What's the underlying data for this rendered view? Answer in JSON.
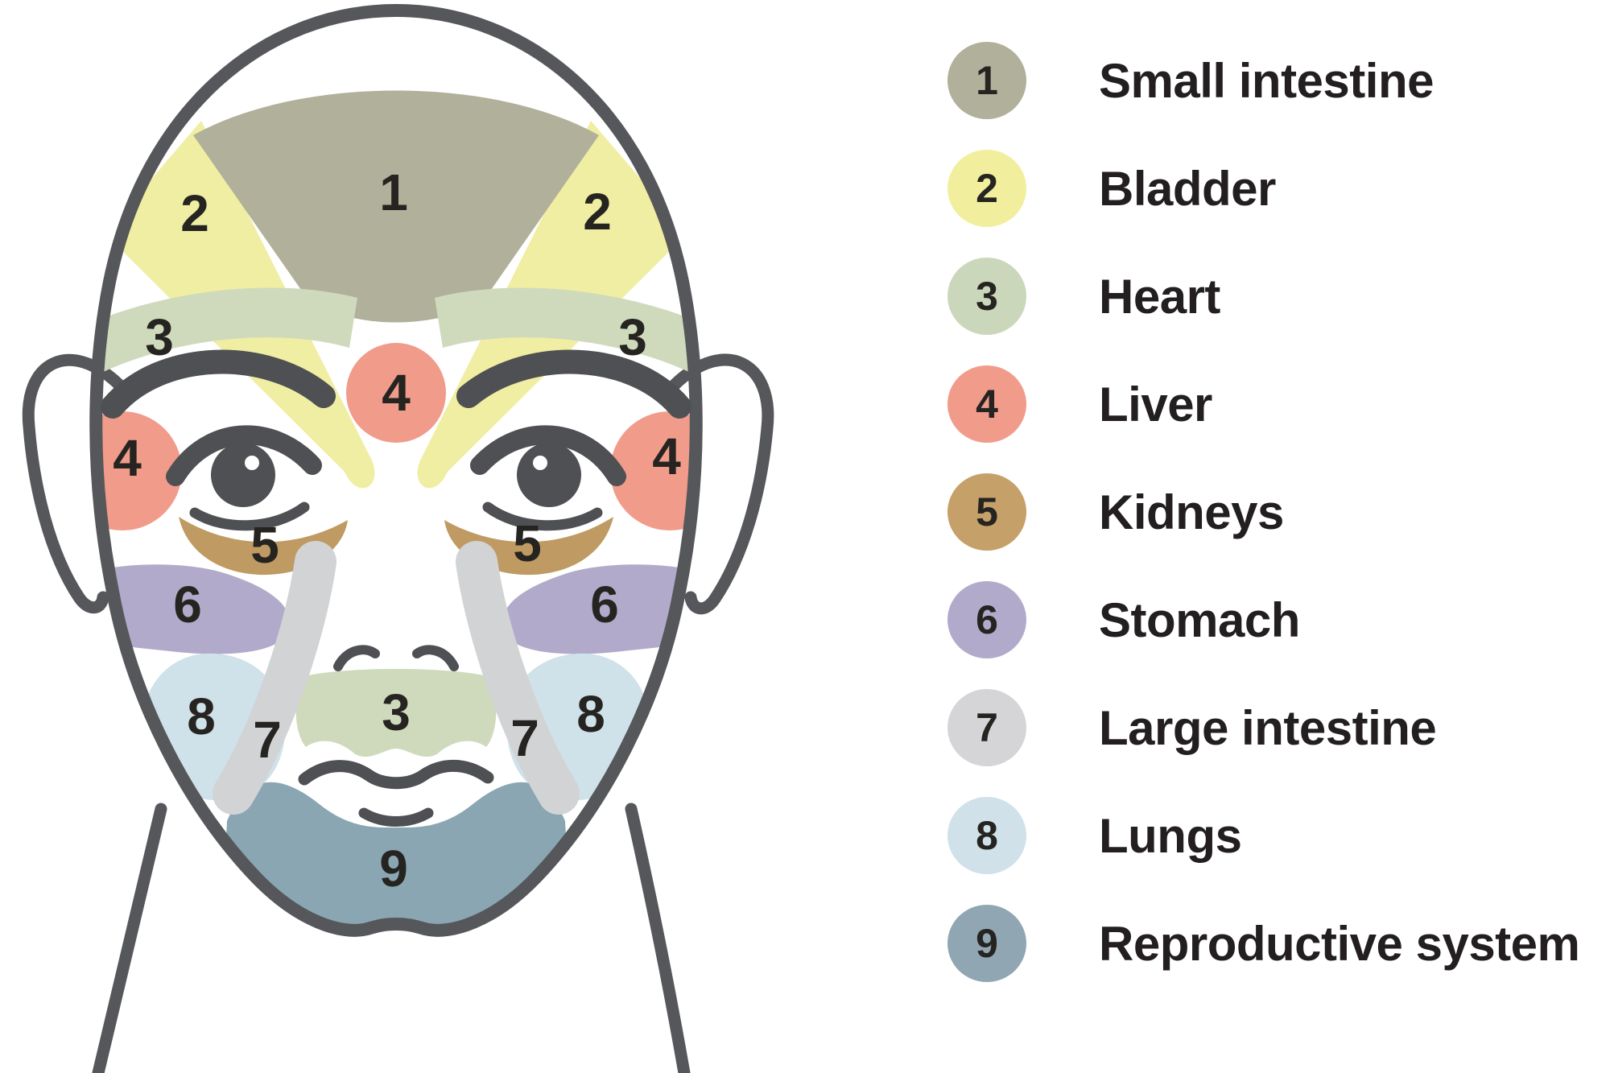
{
  "legend": {
    "text_color": "#231f20",
    "number_color": "#262420",
    "items": [
      {
        "number": "1",
        "label": "Small intestine",
        "color": "#b1b09b"
      },
      {
        "number": "2",
        "label": "Bladder",
        "color": "#f1ef9d"
      },
      {
        "number": "3",
        "label": "Heart",
        "color": "#cbd7ba"
      },
      {
        "number": "4",
        "label": "Liver",
        "color": "#f19c8b"
      },
      {
        "number": "5",
        "label": "Kidneys",
        "color": "#c5a069"
      },
      {
        "number": "6",
        "label": "Stomach",
        "color": "#b2aaca"
      },
      {
        "number": "7",
        "label": "Large intestine",
        "color": "#d5d5d7"
      },
      {
        "number": "8",
        "label": "Lungs",
        "color": "#d0e1e9"
      },
      {
        "number": "9",
        "label": "Reproductive system",
        "color": "#90a6b2"
      }
    ]
  },
  "face": {
    "outline_color": "#56575a",
    "feature_color": "#4f5053",
    "number_color": "#262420",
    "highlight_color": "#ffffff",
    "zones": [
      {
        "number": "1",
        "organ": "Small intestine",
        "color": "#b1b09b"
      },
      {
        "number": "2",
        "organ": "Bladder",
        "color": "#f0eea3"
      },
      {
        "number": "3",
        "organ": "Heart",
        "color": "#cfdabd"
      },
      {
        "number": "4",
        "organ": "Liver",
        "color": "#f19c8b"
      },
      {
        "number": "5",
        "organ": "Kidneys",
        "color": "#bf9a62"
      },
      {
        "number": "6",
        "organ": "Stomach",
        "color": "#b2aaca"
      },
      {
        "number": "7",
        "organ": "Large intestine",
        "color": "#d2d3d5"
      },
      {
        "number": "8",
        "organ": "Lungs",
        "color": "#cfe1e9"
      },
      {
        "number": "9",
        "organ": "Reproductive system",
        "color": "#8ba6b3"
      }
    ]
  }
}
